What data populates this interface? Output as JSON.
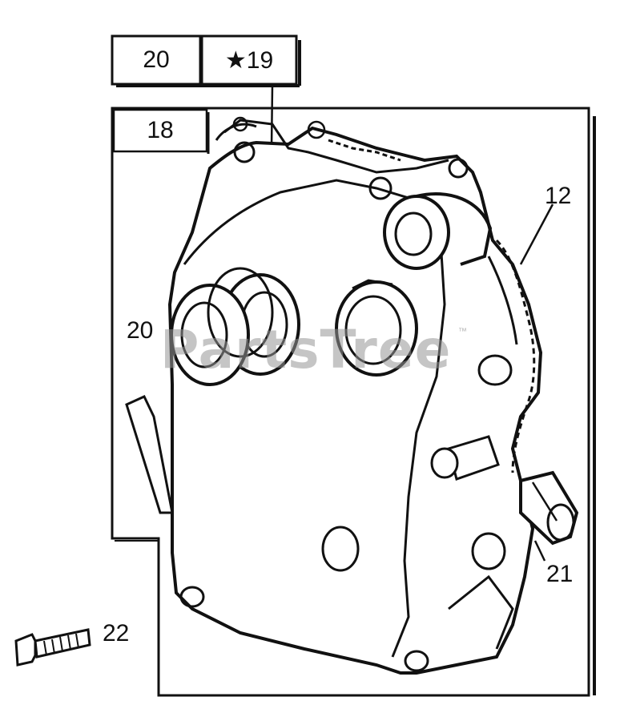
{
  "diagram": {
    "part_boxes": [
      {
        "id": "box-20",
        "text": "20"
      },
      {
        "id": "box-19",
        "text": "★19"
      },
      {
        "id": "box-18",
        "text": "18"
      }
    ],
    "callouts": {
      "c12": "12",
      "c20": "20",
      "c21": "21",
      "c22": "22"
    },
    "watermark": {
      "text": "PartsTree",
      "tm": "™"
    }
  },
  "colors": {
    "ink": "#111111",
    "watermark": "#969696",
    "background": "#ffffff"
  }
}
